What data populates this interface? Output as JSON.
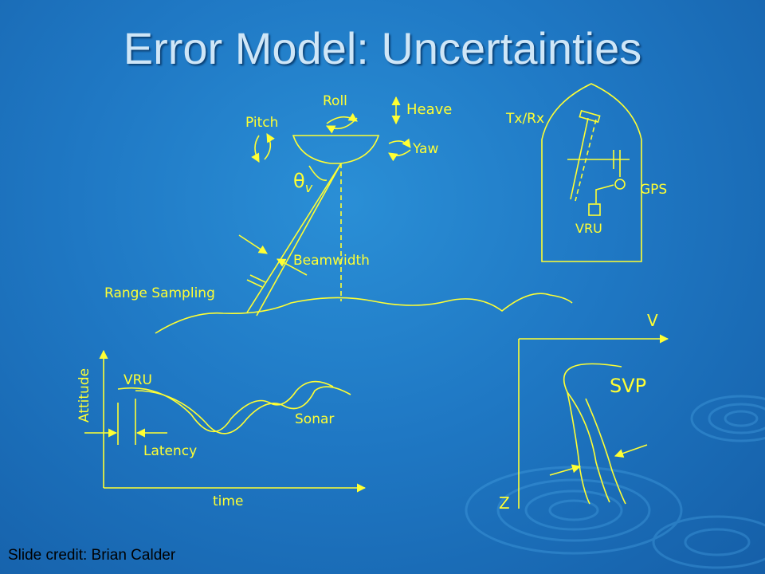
{
  "slide": {
    "title": "Error Model: Uncertainties",
    "credit": "Slide credit: Brian Calder"
  },
  "labels": {
    "roll": "Roll",
    "heave": "Heave",
    "pitch": "Pitch",
    "yaw": "Yaw",
    "theta": "θ",
    "theta_sub": "v",
    "beamwidth": "Beamwidth",
    "range_sampling": "Range Sampling",
    "txrx": "Tx/Rx",
    "gps": "GPS",
    "vru_boat": "VRU",
    "v_axis": "V",
    "svp": "SVP",
    "z_axis": "Z",
    "attitude": "Attitude",
    "vru_plot": "VRU",
    "sonar": "Sonar",
    "latency": "Latency",
    "time": "time"
  },
  "colors": {
    "line": "#ffff33",
    "text": "#ffff33",
    "background": "#1f78c4",
    "ripple": "#4aa6e6"
  }
}
